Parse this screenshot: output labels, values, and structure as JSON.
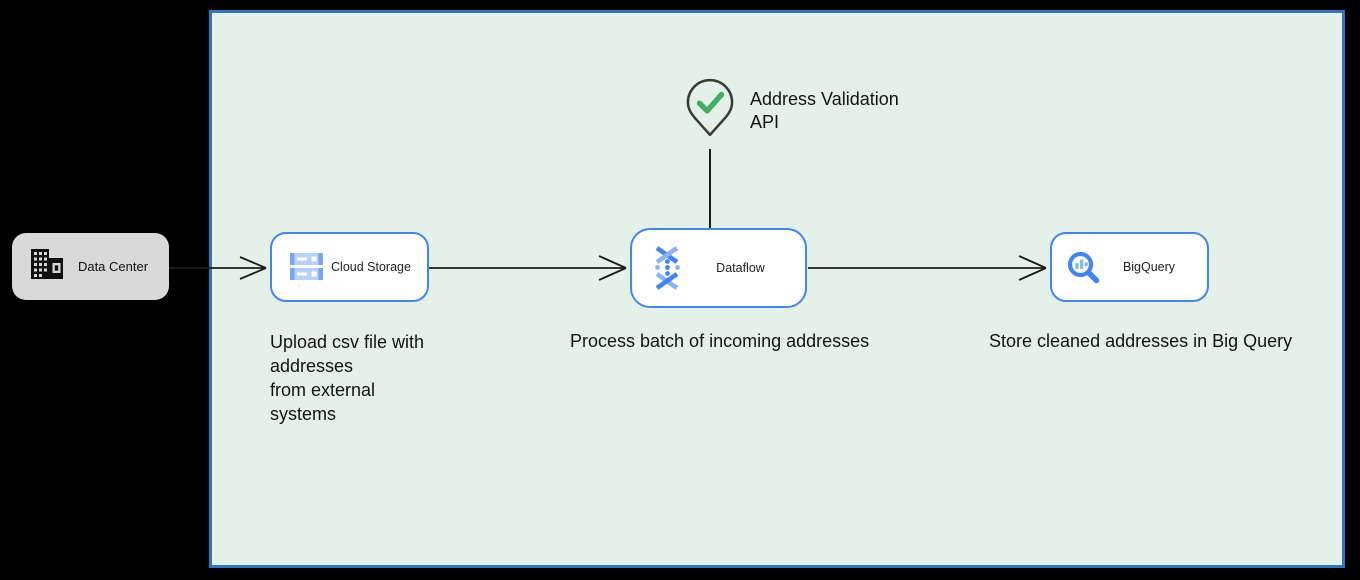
{
  "panel": {
    "description": "cloud-environment-boundary",
    "fill": "#e3f1e8",
    "border_color": "#2d76bf"
  },
  "external_node": {
    "label": "Data Center",
    "fill": "#d9d9d9",
    "icon": "building-icon"
  },
  "nodes": {
    "cloud_storage": {
      "label": "Cloud Storage",
      "icon": "cloud-storage-icon",
      "caption": "Upload csv file with\naddresses\nfrom external\nsystems"
    },
    "dataflow": {
      "label": "Dataflow",
      "icon": "dataflow-icon",
      "caption": "Process batch of incoming addresses"
    },
    "bigquery": {
      "label": "BigQuery",
      "icon": "bigquery-icon",
      "caption": "Store cleaned addresses in Big Query"
    }
  },
  "api_marker": {
    "label": "Address Validation\nAPI",
    "icon": "map-pin-check-icon",
    "check_color": "#3fae5f",
    "pin_outline_color": "#3a3a38"
  },
  "connectors": [
    {
      "from": "data-center",
      "to": "cloud-storage",
      "style": "open-arrow"
    },
    {
      "from": "cloud-storage",
      "to": "dataflow",
      "style": "open-arrow"
    },
    {
      "from": "dataflow",
      "to": "bigquery",
      "style": "open-arrow"
    },
    {
      "from": "address-validation-api",
      "to": "dataflow",
      "style": "plain-line"
    }
  ],
  "colors": {
    "background": "#000000",
    "node_border": "#4285f4",
    "node_fill": "#ffffff",
    "icon_blue": "#4285f4",
    "icon_light_blue": "#8ab4f8",
    "arrow": "#1c1c1c"
  }
}
